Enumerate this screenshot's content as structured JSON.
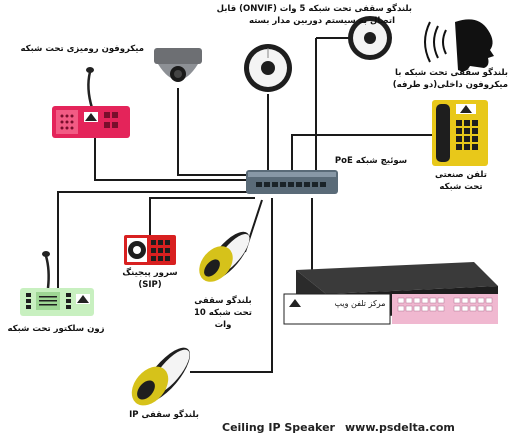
{
  "labels": {
    "ceiling_5w_onvif_1": "بلندگو سقفی تحت شبکه 5 وات (ONVIF) قابل",
    "ceiling_5w_onvif_2": "اتصال به سیستم دوربین  مدار بسته",
    "desktop_mic": "میکروفون رومیزی تحت شبکه",
    "ceiling_with_mic_1": "بلندگو سقفی تحت شبکه با",
    "ceiling_with_mic_2": "میکروفون داخلی(دو طرفه)",
    "poe_switch": "سوئیچ شبکه PoE",
    "industrial_phone_1": "تلفن صنعتی",
    "industrial_phone_2": "تحت شبکه",
    "paging_server_1": "سرور پیجینگ",
    "paging_server_2": "(SIP)",
    "ceiling_10w_1": "بلندگو سقفی",
    "ceiling_10w_2": "تحت شبکه 10",
    "ceiling_10w_3": "وات",
    "zone_selector": "زون سلکتور تحت شبکه",
    "ip_ceiling": "بلندگو سقفی IP",
    "call_center": "مرکز تلفن ویپ"
  },
  "footer": {
    "title": "Ceiling IP Speaker",
    "website": "www.psdelta.com"
  },
  "colors": {
    "line": "#1a1a1a",
    "desktop_mic": "#e4245a",
    "zone_selector": "#c8f0c0",
    "industrial_phone": "#e8c81a",
    "server_red": "#d82020",
    "pbx_pink": "#f0b8d0",
    "pbx_body": "#1e1e1e"
  }
}
